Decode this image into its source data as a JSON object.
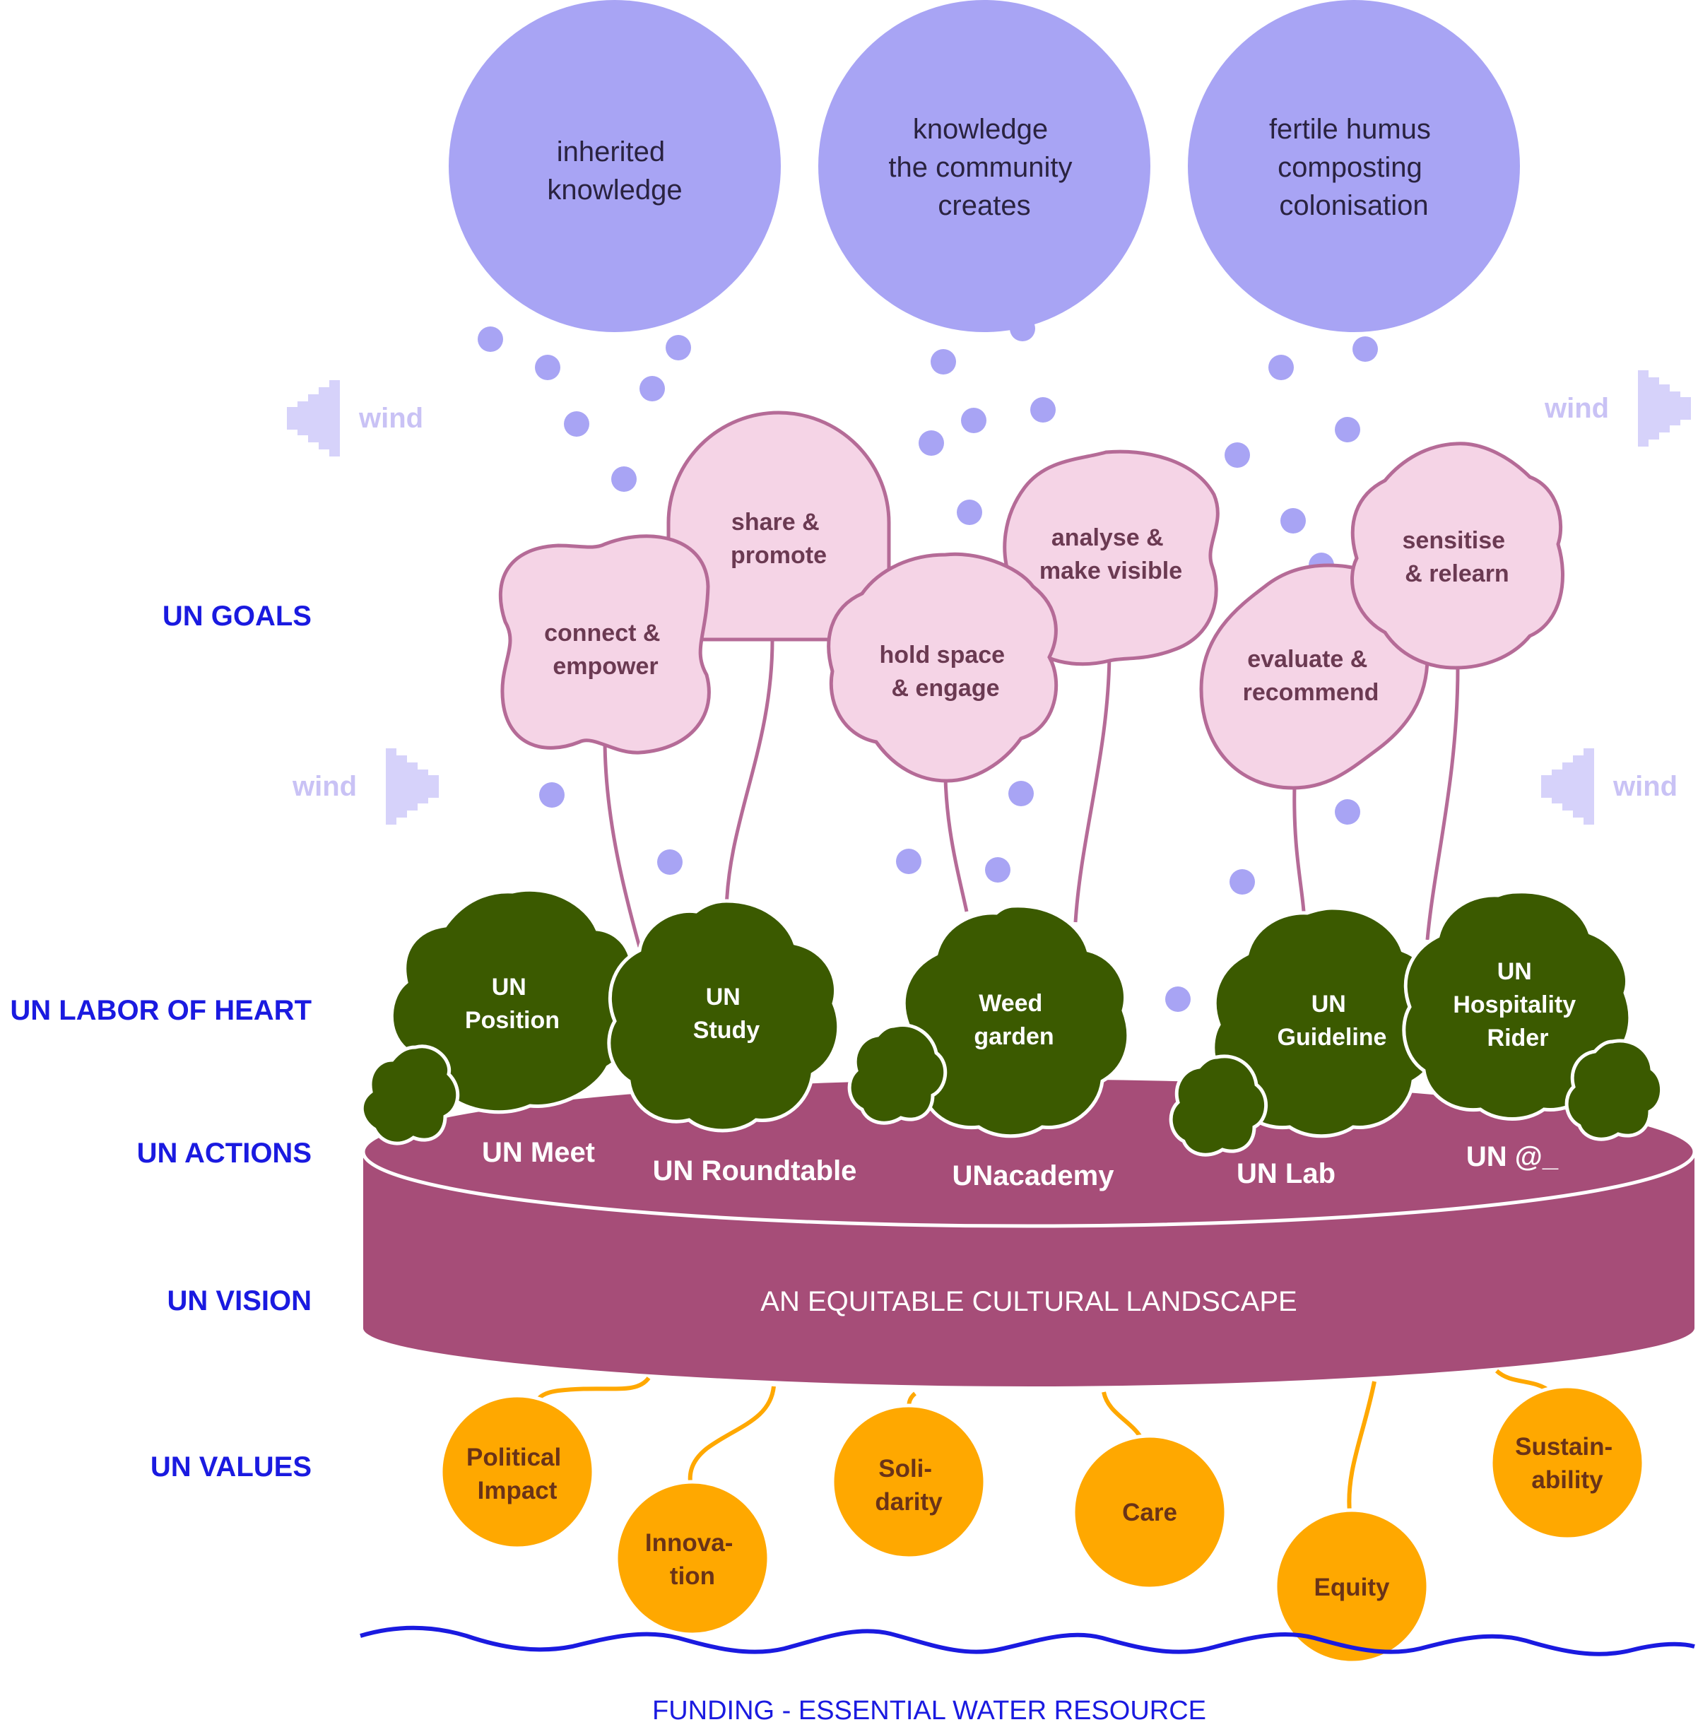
{
  "colors": {
    "cloud": "#a8a4f4",
    "droplet": "#a8a4f4",
    "goal_fill": "#f5d4e6",
    "goal_stroke": "#b56b97",
    "heart_fill": "#3b5a00",
    "platform": "#a64d78",
    "value_fill": "#ffa800",
    "label": "#1a1ae0",
    "wind": "#d6d2fa",
    "water": "#1a1ae0"
  },
  "clouds": [
    {
      "lines": [
        "inherited",
        "knowledge"
      ]
    },
    {
      "lines": [
        "knowledge",
        "the community",
        "creates"
      ]
    },
    {
      "lines": [
        "fertile humus",
        "composting",
        "colonisation"
      ]
    }
  ],
  "wind": [
    "wind",
    "wind",
    "wind",
    "wind"
  ],
  "layer_labels": {
    "goals": "UN GOALS",
    "labor": "UN LABOR OF HEART",
    "actions": "UN ACTIONS",
    "vision": "UN VISION",
    "values": "UN VALUES"
  },
  "goals": [
    {
      "lines": [
        "share &",
        "promote"
      ]
    },
    {
      "lines": [
        "connect &",
        "empower"
      ]
    },
    {
      "lines": [
        "analyse &",
        "make visible"
      ]
    },
    {
      "lines": [
        "hold space",
        "& engage"
      ]
    },
    {
      "lines": [
        "evaluate &",
        "recommend"
      ]
    },
    {
      "lines": [
        "sensitise",
        "& relearn"
      ]
    }
  ],
  "labor_of_heart": [
    {
      "lines": [
        "UN",
        "Position"
      ]
    },
    {
      "lines": [
        "UN",
        "Study"
      ]
    },
    {
      "lines": [
        "Weed",
        "garden"
      ]
    },
    {
      "lines": [
        "UN",
        "Guideline"
      ]
    },
    {
      "lines": [
        "UN",
        "Hospitality",
        "Rider"
      ]
    }
  ],
  "actions": [
    "UN Meet",
    "UN Roundtable",
    "UNacademy",
    "UN Lab",
    "UN @_"
  ],
  "vision": "AN EQUITABLE CULTURAL LANDSCAPE",
  "values": [
    {
      "lines": [
        "Political",
        "Impact"
      ]
    },
    {
      "lines": [
        "Innova-",
        "tion"
      ]
    },
    {
      "lines": [
        "Soli-",
        "darity"
      ]
    },
    {
      "lines": [
        "Care"
      ]
    },
    {
      "lines": [
        "Equity"
      ]
    },
    {
      "lines": [
        "Sustain-",
        "ability"
      ]
    }
  ],
  "funding": "FUNDING - ESSENTIAL WATER RESOURCE"
}
